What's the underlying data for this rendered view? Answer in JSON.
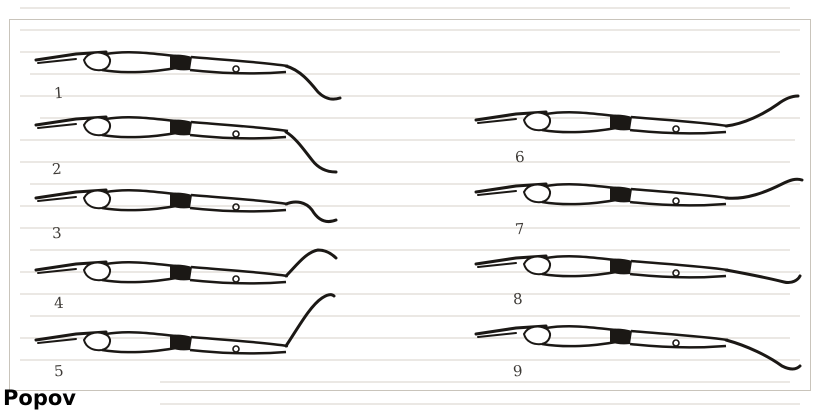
{
  "caption": "Popov",
  "figures": {
    "left": [
      {
        "label": "1"
      },
      {
        "label": "2"
      },
      {
        "label": "3"
      },
      {
        "label": "4"
      },
      {
        "label": "5"
      }
    ],
    "right": [
      {
        "label": "6"
      },
      {
        "label": "7"
      },
      {
        "label": "8"
      },
      {
        "label": "9"
      }
    ]
  },
  "colors": {
    "background": "#ffffff",
    "ink": "#1b1815",
    "scan_text": "#bdb7ad"
  }
}
